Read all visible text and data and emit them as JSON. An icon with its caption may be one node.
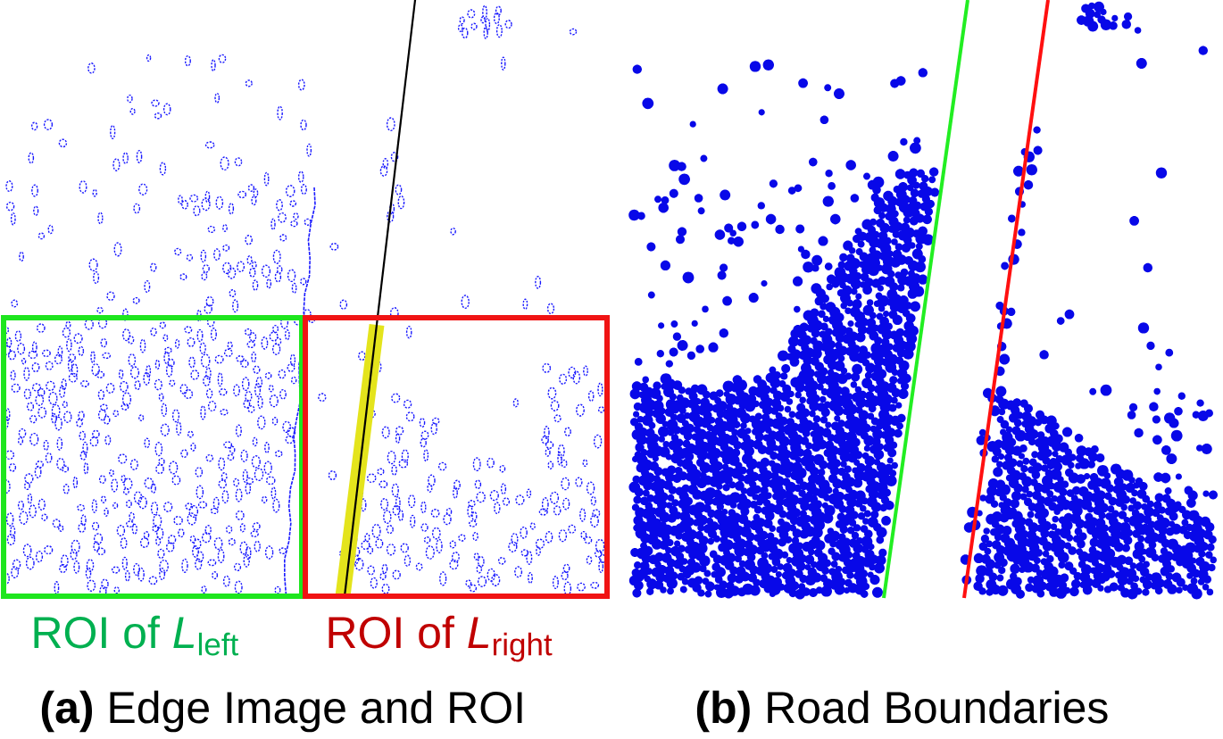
{
  "diagram": {
    "nodes": [
      {
        "text": [
          "ROI of *L*$_{left}$"
        ]
      },
      {
        "text": [
          "ROI of *L*$_{right}$"
        ]
      }
    ],
    "labels": [
      "**(a)** Edge Image and ROI",
      "**(b)** Road Boundaries"
    ]
  }
}
